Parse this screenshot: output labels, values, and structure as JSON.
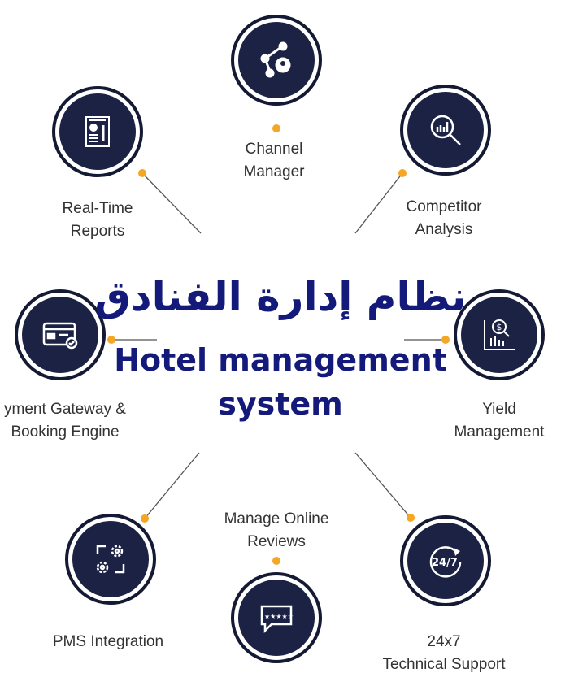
{
  "title": {
    "arabic": "نظام إدارة الفنادق",
    "english_line1": "Hotel management",
    "english_line2": "system"
  },
  "nodes": [
    {
      "id": "channel-manager",
      "line1": "Channel",
      "line2": "Manager",
      "icon": "share-network-icon"
    },
    {
      "id": "real-time-reports",
      "line1": "Real-Time",
      "line2": "Reports",
      "icon": "report-document-icon"
    },
    {
      "id": "competitor-analysis",
      "line1": "Competitor",
      "line2": "Analysis",
      "icon": "magnifier-chart-icon"
    },
    {
      "id": "payment-gateway",
      "line1": "yment Gateway &",
      "line2": "Booking Engine",
      "icon": "credit-card-icon"
    },
    {
      "id": "yield-management",
      "line1": "Yield",
      "line2": "Management",
      "icon": "dollar-chart-icon"
    },
    {
      "id": "pms-integration",
      "line1": "PMS Integration",
      "line2": "",
      "icon": "gears-sync-icon"
    },
    {
      "id": "manage-online-reviews",
      "line1": "Manage Online",
      "line2": "Reviews",
      "icon": "star-review-icon"
    },
    {
      "id": "technical-support",
      "line1": "24x7",
      "line2": "Technical Support",
      "icon": "support-24-7-icon",
      "icon_text": "24/7"
    }
  ],
  "colors": {
    "navy": "#1c2244",
    "title": "#141a7a",
    "accent": "#f5a623",
    "line": "#555555"
  }
}
